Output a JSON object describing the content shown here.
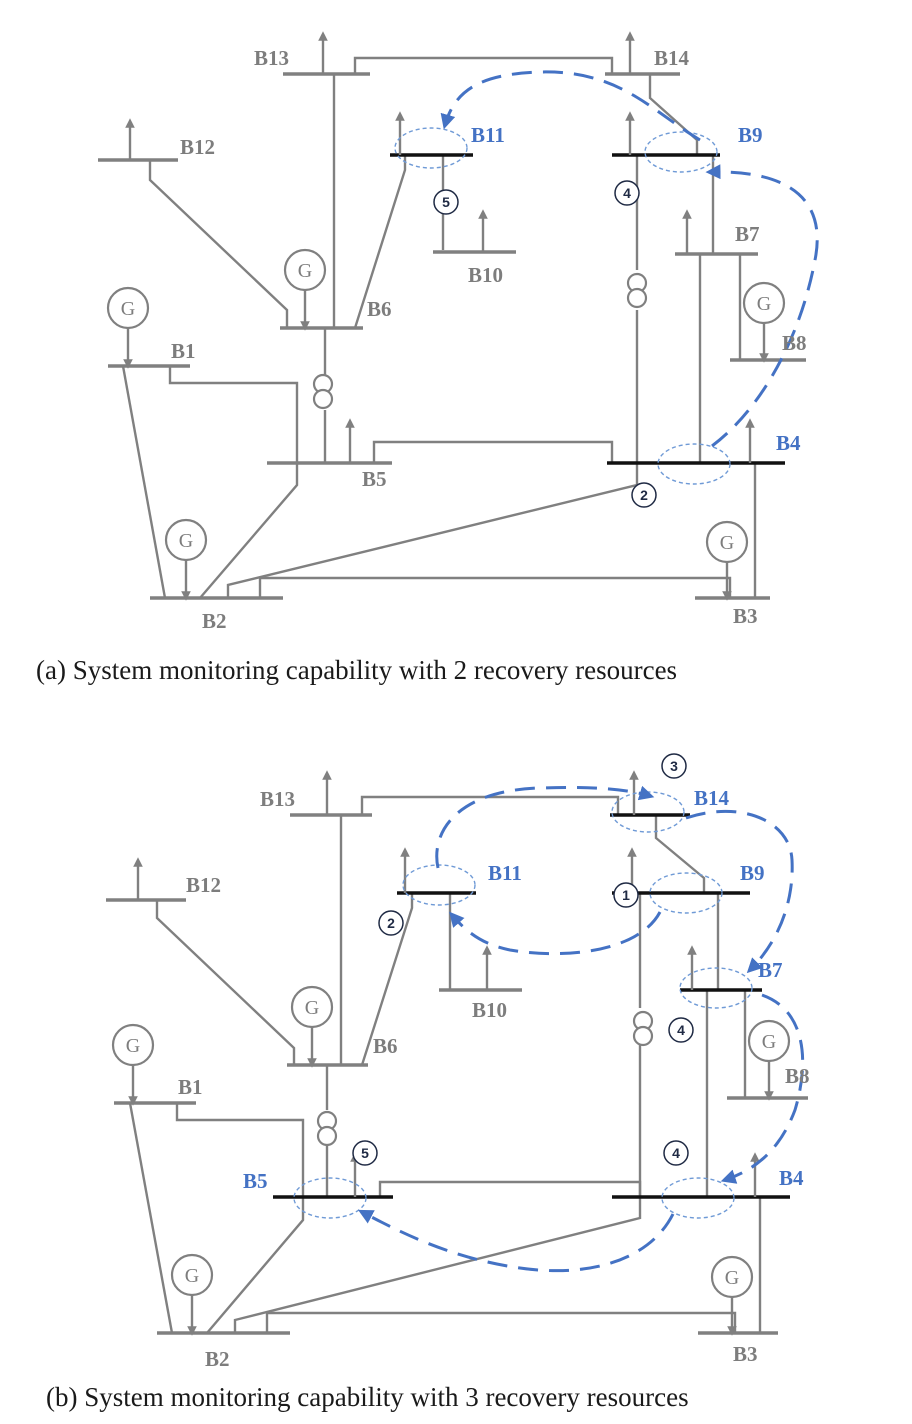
{
  "panel_a": {
    "caption": "(a) System monitoring capability with 2 recovery resources",
    "buses": {
      "b1": "B1",
      "b2": "B2",
      "b3": "B3",
      "b4": "B4",
      "b5": "B5",
      "b6": "B6",
      "b7": "B7",
      "b8": "B8",
      "b9": "B9",
      "b10": "B10",
      "b11": "B11",
      "b12": "B12",
      "b13": "B13",
      "b14": "B14"
    },
    "markers": {
      "m1": "5",
      "m2": "4",
      "m3": "2"
    }
  },
  "panel_b": {
    "caption": "(b) System monitoring capability with 3 recovery resources",
    "buses": {
      "b1": "B1",
      "b2": "B2",
      "b3": "B3",
      "b4": "B4",
      "b5": "B5",
      "b6": "B6",
      "b7": "B7",
      "b8": "B8",
      "b9": "B9",
      "b10": "B10",
      "b11": "B11",
      "b12": "B12",
      "b13": "B13",
      "b14": "B14"
    },
    "markers": {
      "m1": "3",
      "m2": "2",
      "m3": "1",
      "m4": "4",
      "m5": "5",
      "m6": "4"
    }
  },
  "generator_symbol": "G",
  "colors": {
    "network": "#808080",
    "highlight": "#4472c4",
    "monitored_bus": "#111111",
    "marker_text": "#1f2a44"
  }
}
